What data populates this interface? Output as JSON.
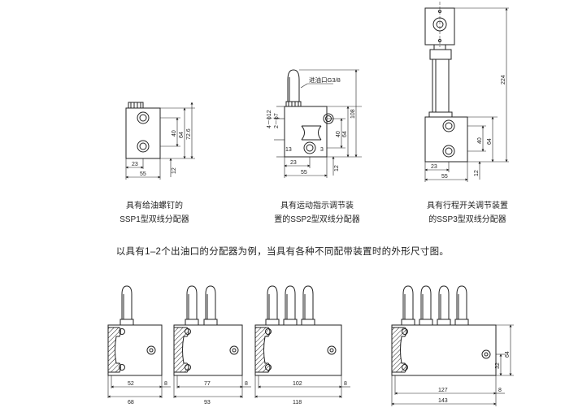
{
  "top": {
    "ssp1": {
      "caption_line1": "具有给油螺钉的",
      "caption_line2": "SSP1型双线分配器",
      "dims": {
        "w23": "23",
        "w55": "55",
        "h12": "12",
        "h40": "40",
        "h64": "64",
        "h72": "72.6"
      }
    },
    "ssp2": {
      "caption_line1": "具有运动指示调节装",
      "caption_line2": "置的SSP2型双线分配器",
      "inlet": "进油口G3/8",
      "dims": {
        "d12": "4－ϕ12",
        "d7": "2－ϕ7",
        "w23": "23",
        "w55": "55",
        "h12": "12",
        "h40": "40",
        "h64": "64",
        "h108": "108",
        "l13": "13",
        "r3": "3"
      }
    },
    "ssp3": {
      "caption_line1": "具有行程开关调节装置",
      "caption_line2": "的SSP3型双线分配器",
      "dims": {
        "w23": "23",
        "w55": "55",
        "h12": "12",
        "h40": "40",
        "h64": "64",
        "h224": "224"
      }
    }
  },
  "main_caption": "以具有1‒2个出油口的分配器为例，当具有各种不同配带装置时的外形尺寸图。",
  "bottom": {
    "b1": {
      "inner": "52",
      "outer": "68",
      "side": "8"
    },
    "b2": {
      "inner": "77",
      "outer": "93",
      "side": "8"
    },
    "b3": {
      "inner": "102",
      "outer": "118",
      "side": "8"
    },
    "b4": {
      "inner": "127",
      "outer": "143",
      "side": "8",
      "h32": "32",
      "h64": "64"
    }
  }
}
